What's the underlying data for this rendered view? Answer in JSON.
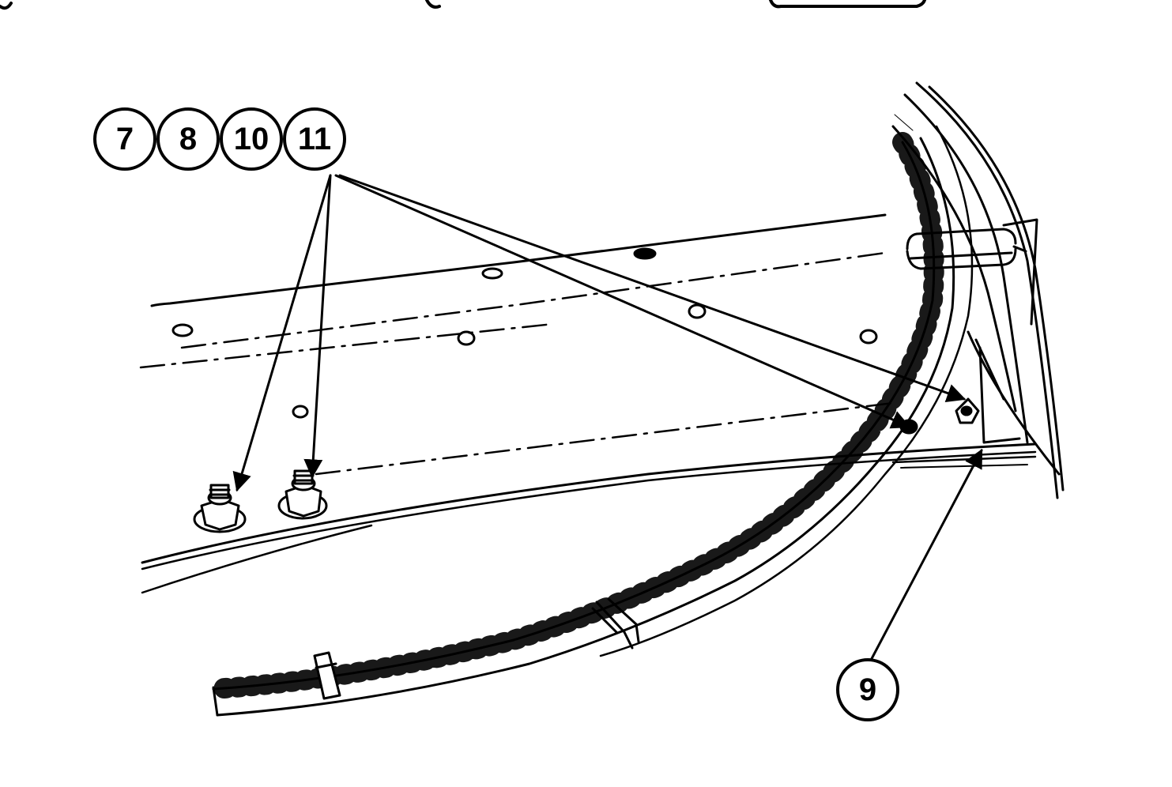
{
  "figure": {
    "callouts_group": [
      "7",
      "8",
      "10",
      "11"
    ],
    "callout_single": "9",
    "ink_color": "#000000",
    "paper_color": "#ffffff"
  }
}
